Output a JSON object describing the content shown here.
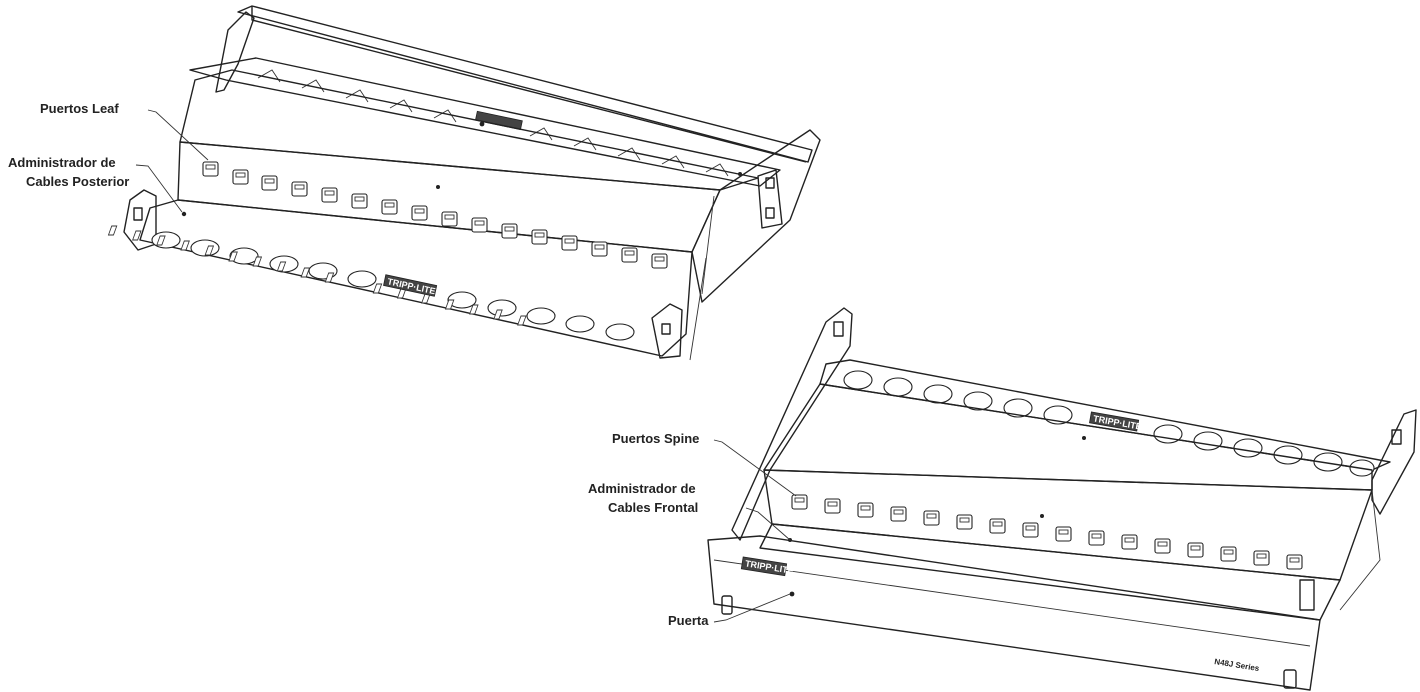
{
  "labels": {
    "leaf_ports": "Puertos Leaf",
    "rear_manager_line1": "Administrador de",
    "rear_manager_line2": "Cables Posterior",
    "spine_ports": "Puertos Spine",
    "front_manager_line1": "Administrador de",
    "front_manager_line2": "Cables Frontal",
    "door": "Puerta"
  },
  "branding": {
    "logo": "TRIPP·LITE",
    "series": "N48J Series"
  }
}
